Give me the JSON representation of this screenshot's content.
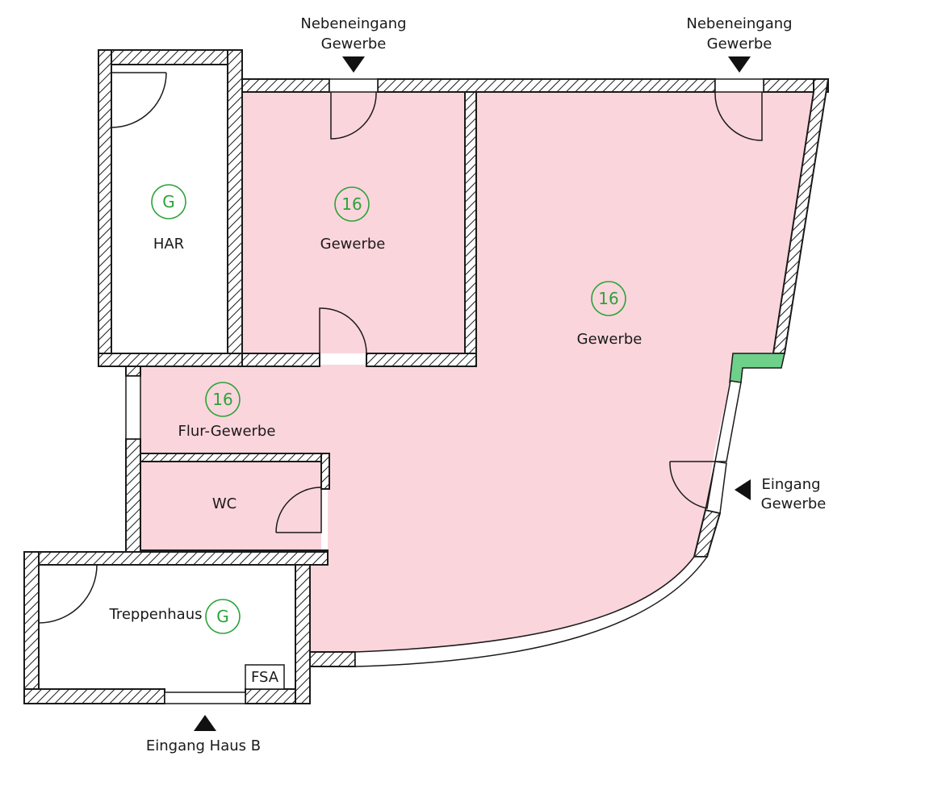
{
  "colors": {
    "commercial_fill": "#fbd5dc",
    "wall_stroke": "#1a1a1a",
    "badge": "#2aa33a",
    "shaft_fill": "#6fd08a"
  },
  "rooms": {
    "har": {
      "label": "HAR",
      "badge": "G"
    },
    "gewerbe_small": {
      "label": "Gewerbe",
      "badge": "16"
    },
    "gewerbe_large": {
      "label": "Gewerbe",
      "badge": "16"
    },
    "flur": {
      "label": "Flur-Gewerbe",
      "badge": "16"
    },
    "wc": {
      "label": "WC"
    },
    "treppenhaus": {
      "label": "Treppenhaus",
      "badge": "G"
    },
    "fsa": {
      "label": "FSA"
    }
  },
  "entrances": {
    "side_left": {
      "line1": "Nebeneingang",
      "line2": "Gewerbe",
      "icon": "arrow-down-icon"
    },
    "side_right": {
      "line1": "Nebeneingang",
      "line2": "Gewerbe",
      "icon": "arrow-down-icon"
    },
    "main": {
      "line1": "Eingang",
      "line2": "Gewerbe",
      "icon": "arrow-left-icon"
    },
    "house_b": {
      "label": "Eingang Haus B",
      "icon": "arrow-up-icon"
    }
  }
}
